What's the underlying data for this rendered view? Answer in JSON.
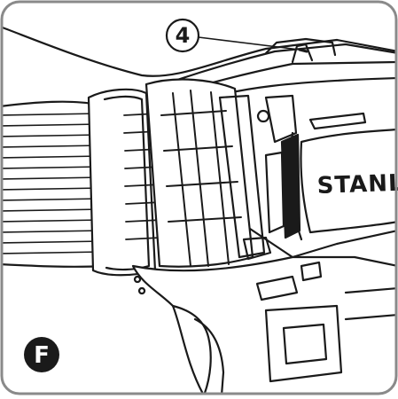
{
  "callout": {
    "number": "4"
  },
  "brand": {
    "text": "STANL"
  },
  "step": {
    "letter": "F"
  },
  "colors": {
    "ink": "#1a1a1a",
    "frame": "#8a8a8a",
    "paper": "#ffffff"
  }
}
